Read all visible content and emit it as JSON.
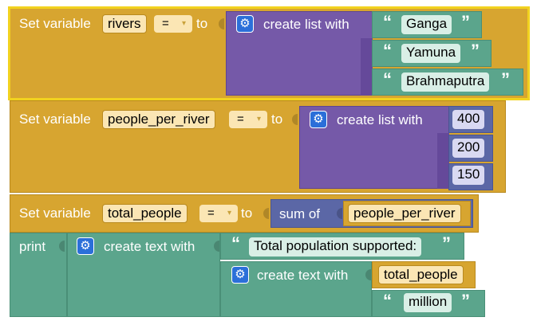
{
  "labels": {
    "set_variable": "Set variable",
    "to": "to",
    "create_list_with": "create list with",
    "sum_of": "sum of",
    "print": "print",
    "create_text_with": "create text with",
    "operator": "=",
    "dropdown_arrow": "▾",
    "quote_open": "“",
    "quote_close": "”"
  },
  "blocks": {
    "rivers": {
      "var_name": "rivers",
      "items": [
        "Ganga",
        "Yamuna",
        "Brahmaputra"
      ]
    },
    "people_per_river": {
      "var_name": "people_per_river",
      "items": [
        "400",
        "200",
        "150"
      ]
    },
    "total_people": {
      "var_name": "total_people",
      "sum_arg": "people_per_river"
    },
    "print": {
      "text1": "Total population supported:",
      "var_ref": "total_people",
      "text2": "million"
    }
  },
  "colors": {
    "variable_block": "#d7a530",
    "selected_outline": "#f2d21f",
    "list_block": "#7559a8",
    "text_block": "#5ba58c",
    "math_block": "#5b67a6",
    "gear_icon": "#2b6fd9"
  },
  "icons": {
    "mutator": "gear-icon"
  }
}
